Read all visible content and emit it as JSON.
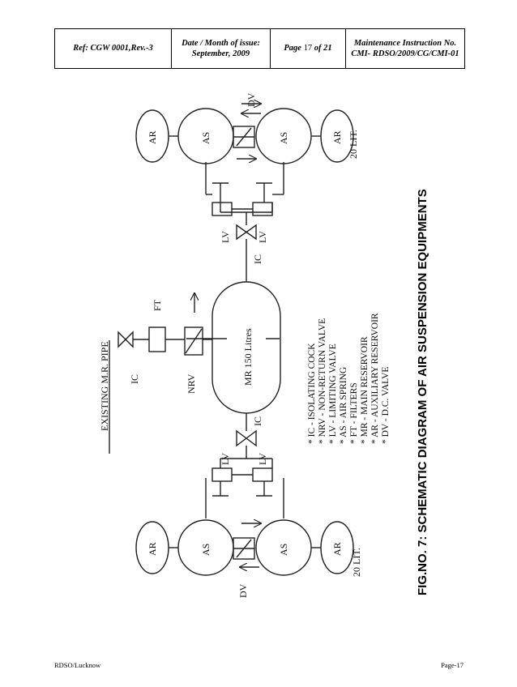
{
  "header": {
    "ref": "Ref: CGW 0001,Rev.-3",
    "date_label": "Date / Month of issue:",
    "date_value": "September, 2009",
    "page_prefix": "Page ",
    "page_num": "17",
    "page_of": " of 21",
    "mi_label": "Maintenance Instruction No.",
    "mi_value": "CMI- RDSO/2009/CG/CMI-01"
  },
  "diagram": {
    "existing_pipe": "EXISTING M.R. PIPE",
    "mr_tank": "MR 150 Litres",
    "ic": "IC",
    "ft": "FT",
    "nrv": "NRV",
    "lv": "LV",
    "as": "AS",
    "ar": "AR",
    "dv": "DV",
    "lit": "20 LIT.",
    "legend": [
      "* IC - ISOLATING COCK",
      "* NRV - NON-RETURN VALVE",
      "* LV - LIMITING VALVE",
      "* AS - AIR SPRING",
      "* FT - FILTERS",
      "* MR - MAIN RESERVOIR",
      "* AR - AUXILIARY RESERVOIR",
      "* DV - D.C. VALVE"
    ],
    "figure_title": "FIG.NO. 7: SCHEMATIC DIAGRAM OF AIR SUSPENSION EQUIPMENTS"
  },
  "footer": {
    "left": "RDSO/Lucknow",
    "right": "Page-17"
  }
}
